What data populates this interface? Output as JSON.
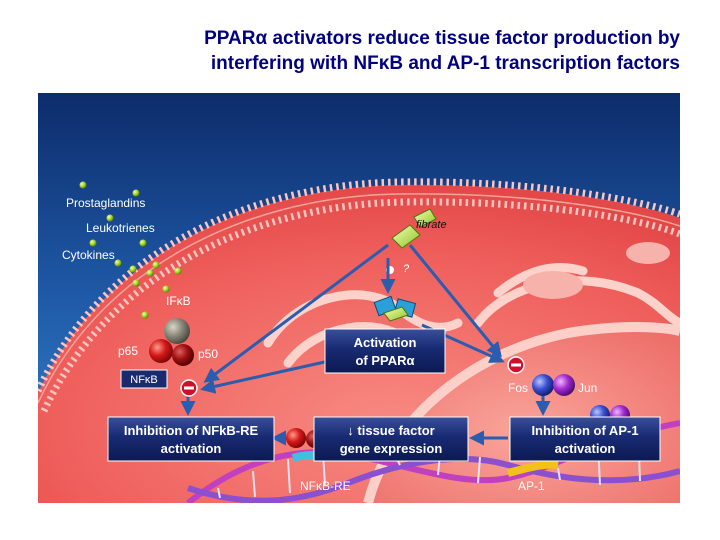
{
  "title": {
    "line1": "PPARα activators reduce tissue factor production by",
    "line2": "interfering with NFκB and AP-1 transcription factors"
  },
  "labels": {
    "prostaglandins": "Prostaglandins",
    "leukotrienes": "Leukotrienes",
    "cytokines": "Cytokines",
    "ifkb": "IFκB",
    "p65": "p65",
    "p50": "p50",
    "nfkb": "NFκB",
    "fibrate": "fibrate",
    "question": "?",
    "fos": "Fos",
    "jun": "Jun",
    "nfkb_re": "NFκB-RE",
    "ap1": "AP-1"
  },
  "boxes": {
    "activation_line1": "Activation",
    "activation_line2": "of PPARα",
    "inhib_nfkb_line1": "Inhibition of NFkB-RE",
    "inhib_nfkb_line2": "activation",
    "tissue_line1": "↓ tissue factor",
    "tissue_line2": "gene expression",
    "inhib_ap1_line1": "Inhibition of AP-1",
    "inhib_ap1_line2": "activation"
  },
  "colors": {
    "title": "#000080",
    "box_fill": "#1a2a6e",
    "arrow": "#2a5db0",
    "cell": "#ef5a5a",
    "inhibit": "#d0102a"
  }
}
